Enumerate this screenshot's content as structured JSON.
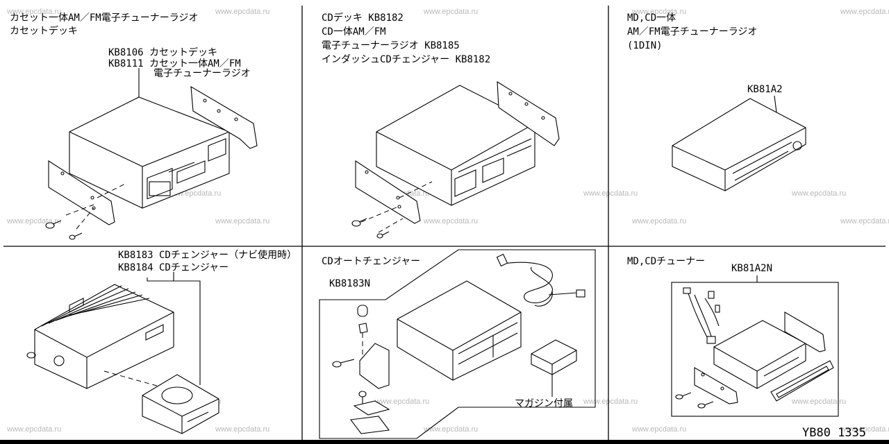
{
  "watermark": "www.epcdata.ru",
  "figure_number": "YB80 1335",
  "panels": {
    "p1": {
      "title1": "カセット一体AM／FM電子チューナーラジオ",
      "title2": "カセットデッキ",
      "parts": [
        "KB8106 カセットデッキ",
        "KB8111 カセット一体AM／FM",
        "電子チューナーラジオ"
      ]
    },
    "p2": {
      "title1": "CDデッキ KB8182",
      "title2": "CD一体AM／FM",
      "title3": "電子チューナーラジオ KB8185",
      "title4": "インダッシュCDチェンジャー KB8182"
    },
    "p3": {
      "title1": "MD,CD一体",
      "title2": "AM／FM電子チューナーラジオ",
      "title3": "(1DIN)",
      "part": "KB81A2"
    },
    "p4": {
      "title1": "KB8183 CDチェンジャー（ナビ使用時）",
      "title2": "KB8184 CDチェンジャー"
    },
    "p5": {
      "title1": "CDオートチェンジャー",
      "part": "KB8183N",
      "magazine": "マガジン付属"
    },
    "p6": {
      "title1": "MD,CDチューナー",
      "part": "KB81A2N"
    }
  }
}
